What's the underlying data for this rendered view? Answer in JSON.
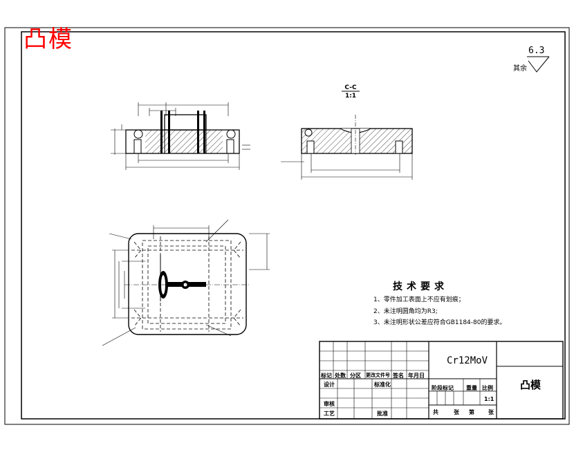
{
  "title_red": "凸模",
  "roughness": {
    "value": "6.3",
    "rest_label": "其余"
  },
  "section": {
    "label": "C-C",
    "scale": "1:1"
  },
  "tech": {
    "title": "技术要求",
    "items": [
      "1、零件加工表面上不应有划痕；",
      "2、未注明圆角均为R3;",
      "3、未注明形状公差应符合GB1184-80的要求。"
    ]
  },
  "titleblock": {
    "material": "Cr12MoV",
    "part_name": "凸模",
    "scale_value": "1:1",
    "headers": [
      "标记",
      "处数",
      "分区",
      "更改文件号",
      "签名",
      "年月日"
    ],
    "row_labels": [
      "设计",
      "标准化",
      "审核",
      "工艺",
      "批准"
    ],
    "stage_headers": [
      "阶段标记",
      "重量",
      "比例"
    ],
    "footer": [
      "共",
      "张",
      "第",
      "张"
    ]
  }
}
